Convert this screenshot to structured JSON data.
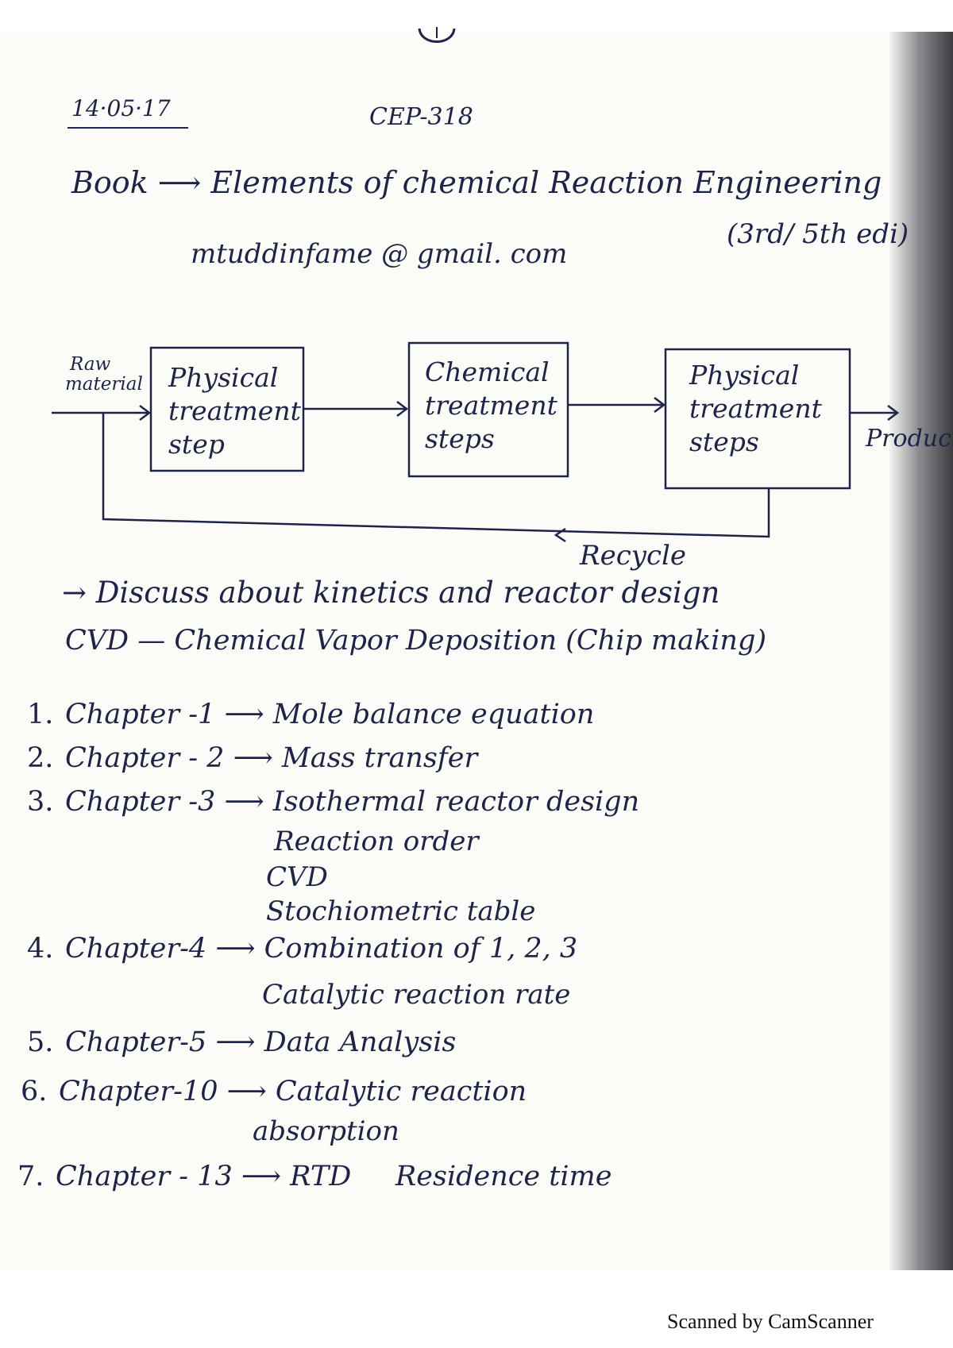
{
  "header": {
    "date": "14·05·17",
    "course": "CEP-318",
    "book_line": "Book ⟶ Elements of chemical Reaction Engineering",
    "edition": "(3rd/ 5th edi)",
    "email": "mtuddinfame @ gmail. com"
  },
  "diagram": {
    "input_label_line1": "Raw",
    "input_label_line2": "material",
    "boxes": [
      {
        "lines": [
          "Physical",
          "treatment",
          "step"
        ]
      },
      {
        "lines": [
          "Chemical",
          "treatment",
          "steps"
        ]
      },
      {
        "lines": [
          "Physical",
          "treatment",
          "steps"
        ]
      }
    ],
    "output_label": "Produc",
    "recycle_label": "Recycle"
  },
  "notes": {
    "discuss": "→ Discuss about kinetics and reactor design",
    "cvd": "CVD — Chemical Vapor Deposition (Chip making)"
  },
  "chapters": [
    {
      "num": "1.",
      "name": "Chapter -1",
      "topic": "Mole balance equation",
      "sub": []
    },
    {
      "num": "2.",
      "name": "Chapter - 2",
      "topic": "Mass transfer",
      "sub": []
    },
    {
      "num": "3.",
      "name": "Chapter -3",
      "topic": "Isothermal reactor design",
      "sub": [
        "Reaction order",
        "CVD",
        "Stochiometric table"
      ]
    },
    {
      "num": "4.",
      "name": "Chapter-4",
      "topic": "Combination of 1, 2, 3",
      "sub": [
        "Catalytic reaction rate"
      ]
    },
    {
      "num": "5.",
      "name": "Chapter-5",
      "topic": "Data Analysis",
      "sub": []
    },
    {
      "num": "6.",
      "name": "Chapter-10",
      "topic": "Catalytic reaction",
      "sub": [
        "absorption"
      ]
    },
    {
      "num": "7.",
      "name": "Chapter - 13",
      "topic": "RTD     Residence time",
      "sub": []
    }
  ],
  "footer": "Scanned by CamScanner"
}
